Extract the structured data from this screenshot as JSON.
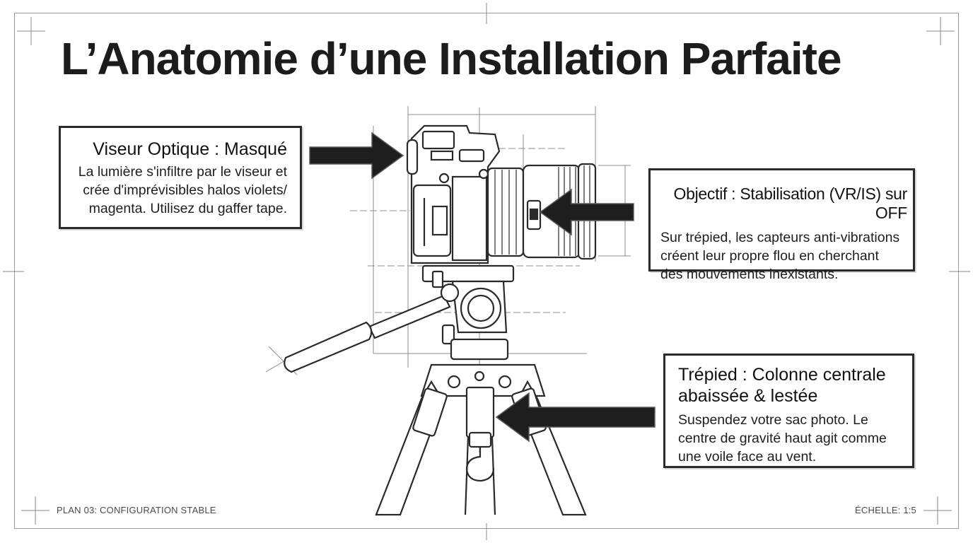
{
  "title": "L’Anatomie d’une Installation Parfaite",
  "callouts": {
    "viseur": {
      "heading": "Viseur Optique : Masqué",
      "lines": [
        "La lumière s'infiltre par le viseur et",
        "crée d'imprévisibles halos violets/",
        "magenta. Utilisez du gaffer tape."
      ]
    },
    "objectif": {
      "heading": "Objectif : Stabilisation (VR/IS) sur OFF",
      "lines": [
        "Sur trépied, les capteurs anti-vibrations",
        "créent leur propre flou en cherchant",
        "des mouvements inexistants."
      ]
    },
    "trepied": {
      "heading_lines": [
        "Trépied : Colonne centrale",
        "abaissée & lestée"
      ],
      "lines": [
        "Suspendez votre sac photo. Le",
        "centre de gravité haut agit comme",
        "une voile face au vent."
      ]
    }
  },
  "footer": {
    "left": "PLAN 03: CONFIGURATION STABLE",
    "right": "ÉCHELLE: 1:5"
  },
  "illustration": {
    "subject": "camera-on-tripod",
    "style": "line-drawing",
    "stroke_color": "#2a2a2a",
    "arrow_color": "#1e1e1e"
  }
}
